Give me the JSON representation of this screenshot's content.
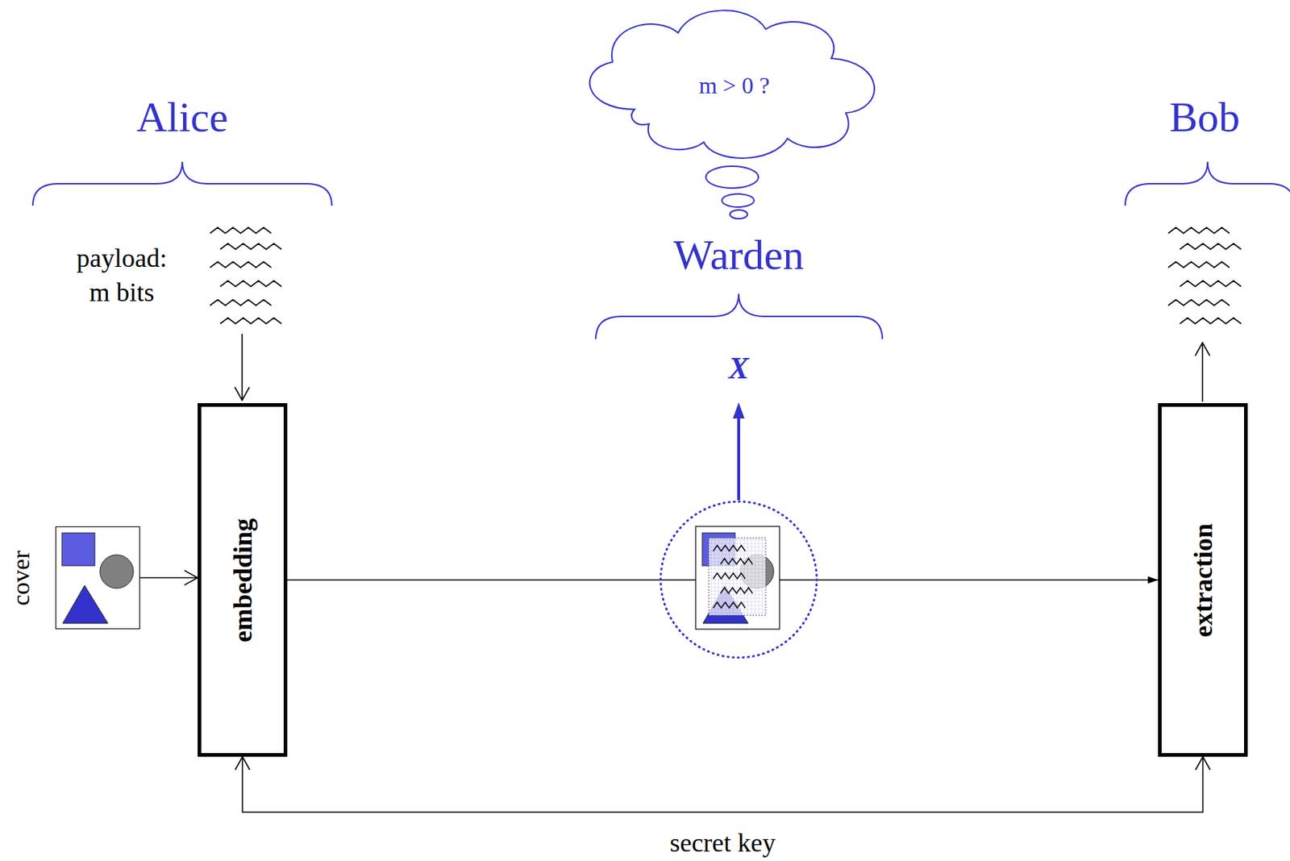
{
  "diagram": {
    "nodes": [
      {
        "text": [
          "cover"
        ]
      },
      {
        "text": [
          "embedding"
        ]
      },
      {
        "text": [
          "extraction"
        ]
      }
    ],
    "edges": [
      {
        "from": 0,
        "to": 1,
        "arrow": "to"
      },
      {
        "from": 1,
        "to": 2,
        "arrow": "to"
      },
      {
        "from": 1,
        "to": 2,
        "arrow": "both",
        "label": "secret key"
      }
    ],
    "labels": [
      "Alice",
      "Warden",
      "Bob",
      "m > 0 ?",
      "X",
      "payload: m bits"
    ]
  }
}
